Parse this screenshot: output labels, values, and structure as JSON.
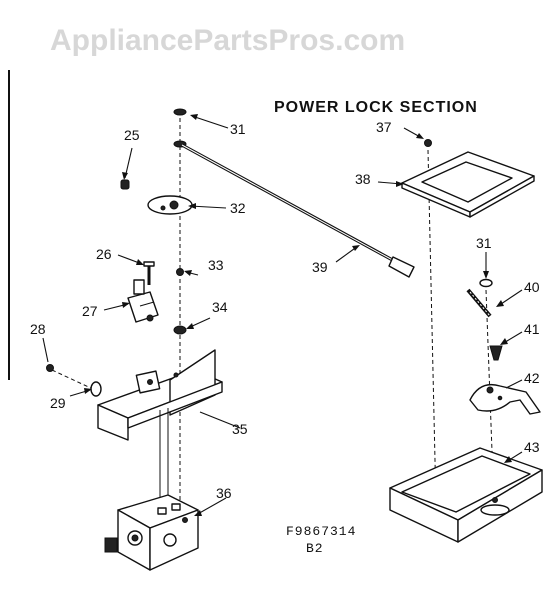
{
  "watermark": "AppliancePartsPros.com",
  "title": "POWER LOCK SECTION",
  "figure_code": "F9867314",
  "figure_rev": "B2",
  "callouts": {
    "c25": "25",
    "c26": "26",
    "c27": "27",
    "c28": "28",
    "c29": "29",
    "c31a": "31",
    "c31b": "31",
    "c32": "32",
    "c33": "33",
    "c34": "34",
    "c35": "35",
    "c36": "36",
    "c37": "37",
    "c38": "38",
    "c39": "39",
    "c40": "40",
    "c41": "41",
    "c42": "42",
    "c43": "43"
  }
}
